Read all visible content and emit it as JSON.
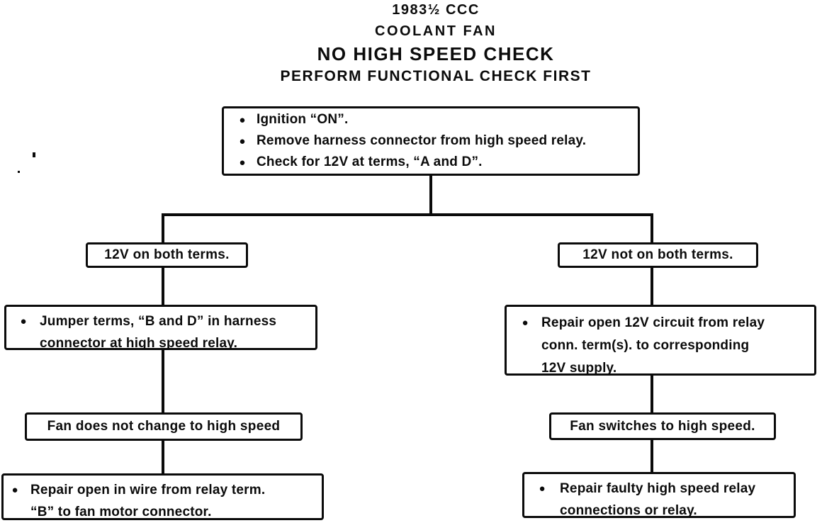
{
  "colors": {
    "ink": "#0b0b0b",
    "paper": "#ffffff"
  },
  "glyphs": {
    "bullet": "●"
  },
  "header": {
    "model_year": "1983½ CCC",
    "system": "COOLANT FAN",
    "procedure": "NO HIGH SPEED CHECK",
    "instruction": "PERFORM FUNCTIONAL CHECK FIRST"
  },
  "flowchart": {
    "start": {
      "steps": [
        "Ignition “ON”.",
        "Remove harness connector from high speed relay.",
        "Check for 12V at terms, “A and D”."
      ]
    },
    "left_branch": {
      "condition": "12V on both terms.",
      "action": "Jumper terms, “B and D” in harness\nconnector at high speed relay.",
      "observation": "Fan does not change to high speed",
      "repair": "Repair open in wire from relay term.\n“B” to fan motor connector."
    },
    "right_branch": {
      "condition": "12V not on both terms.",
      "repair_primary": "Repair open 12V circuit from relay\nconn. term(s). to corresponding\n12V supply.",
      "observation": "Fan switches to high speed.",
      "repair": "Repair faulty high speed relay\nconnections or relay."
    }
  }
}
